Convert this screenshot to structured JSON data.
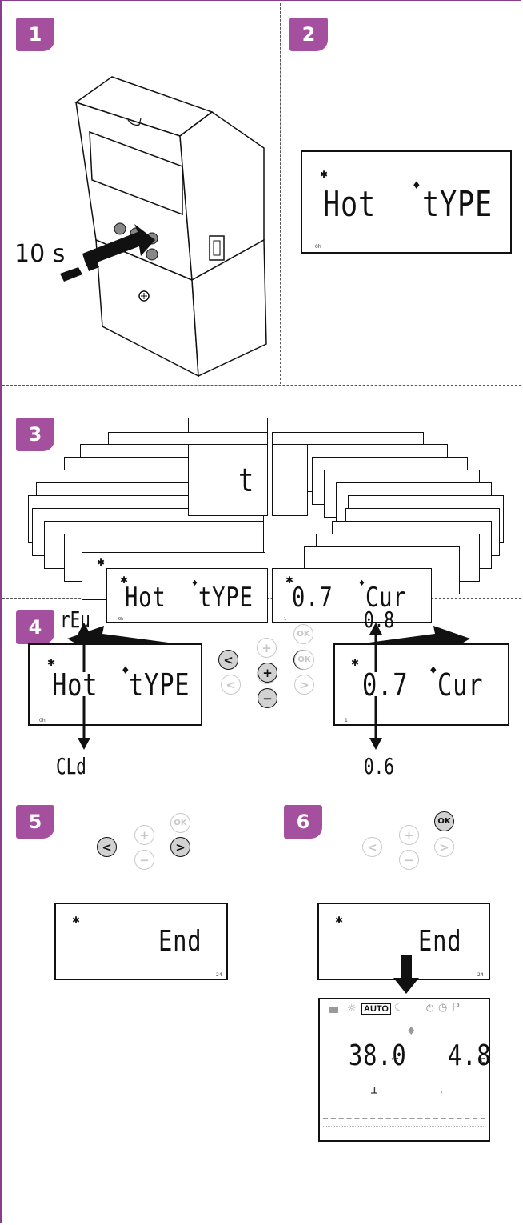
{
  "steps": {
    "s1": "1",
    "s2": "2",
    "s3": "3",
    "s4": "4",
    "s5": "5",
    "s6": "6"
  },
  "step1": {
    "hold_label": "10 s"
  },
  "lcd_main": {
    "left": "Hot",
    "right": "tYPE",
    "corner": "0h"
  },
  "lcd_alt": {
    "left": "0.7",
    "right": "Cur",
    "corner": "1"
  },
  "step3": {
    "behind_glyph": "t"
  },
  "step4": {
    "above_left": "rEu",
    "below_left": "CLd",
    "above_right": "0.8",
    "below_right": "0.6"
  },
  "lcd_end": {
    "text": "End",
    "corner": "24"
  },
  "buttons": {
    "plus": "+",
    "minus": "−",
    "ok": "OK",
    "prev": "<",
    "next": ">"
  },
  "home": {
    "auto": "AUTO",
    "p": "P",
    "temp_left": "38.0",
    "unit_left": "°C",
    "temp_right": "4.8",
    "unit_right": "°C"
  },
  "colors": {
    "badge": "#a5509f",
    "frame": "#8a3d8f"
  }
}
